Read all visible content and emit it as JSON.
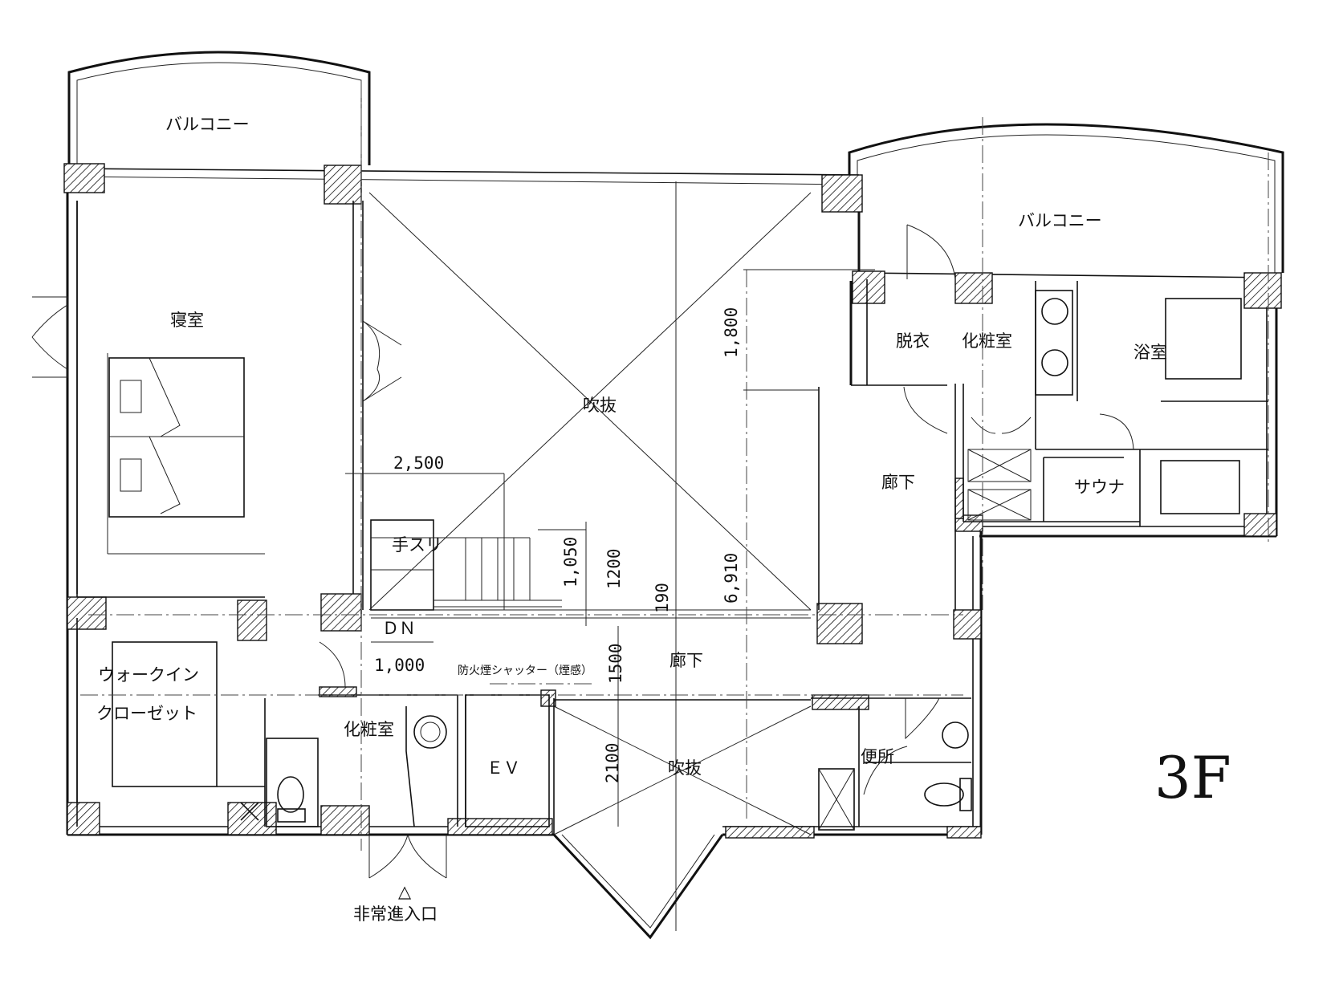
{
  "floor_label": "3F",
  "rooms": {
    "balcony_left": "バルコニー",
    "balcony_right": "バルコニー",
    "bedroom": "寝室",
    "walkin_line1": "ウォークイン",
    "walkin_line2": "クローゼット",
    "vanity_left": "化粧室",
    "ev": "ＥＶ",
    "void_upper": "吹抜",
    "void_lower": "吹抜",
    "corridor_center": "廊下",
    "corridor_right": "廊下",
    "dressing": "脱衣",
    "vanity_right": "化粧室",
    "bath": "浴室",
    "sauna": "サウナ",
    "toilet": "便所",
    "handrail": "手スリ",
    "stair_dn": "ＤＮ",
    "shutter": "防火煙シャッター（煙感）",
    "emergency_mark": "△",
    "emergency_entry": "非常進入口"
  },
  "dimensions": {
    "d2500": "2,500",
    "d1050": "1,050",
    "d1200": "1200",
    "d1000": "1,000",
    "d1500": "1500",
    "d190": "190",
    "d6910": "6,910",
    "d1800": "1,800",
    "d2100": "2100"
  }
}
